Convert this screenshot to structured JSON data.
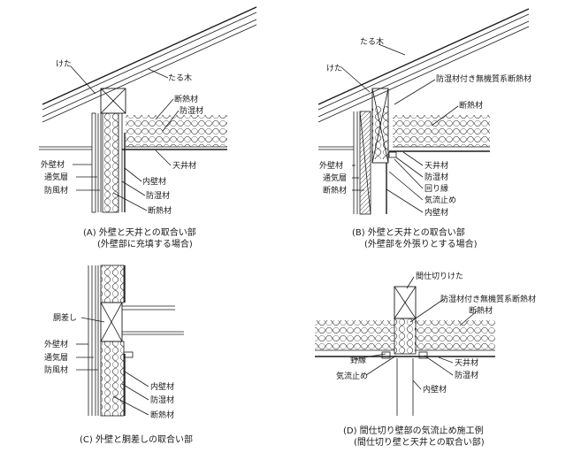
{
  "panel_a": {
    "labels": {
      "keta": "けた",
      "taruki": "たる木",
      "dannetsu_top": "断熱材",
      "boshitsu_top": "防湿材",
      "tenjo": "天井材",
      "gaiheki": "外壁材",
      "tsuki": "通気層",
      "bofu": "防風材",
      "naiheki": "内壁材",
      "boshitsu": "防湿材",
      "dannetsu": "断熱材"
    },
    "caption_1": "(A) 外壁と天井との取合い部",
    "caption_2": "(外壁部に充填する場合)"
  },
  "panel_b": {
    "labels": {
      "taruki": "たる木",
      "keta": "けた",
      "boshitsu_tsuki": "防湿材付き無機質系断熱材",
      "dannetsu_top": "断熱材",
      "gaiheki": "外壁材",
      "tsuki": "通気層",
      "dannetsu_side": "断熱材",
      "tenjo": "天井材",
      "boshitsu": "防湿材",
      "mawaribuchi": "回り縁",
      "kiryudome": "気流止め",
      "naiheki": "内壁材"
    },
    "caption_1": "(B) 外壁と天井との取合い部",
    "caption_2": "(外壁部を外張りとする場合)"
  },
  "panel_c": {
    "labels": {
      "dousashi": "胴差し",
      "gaiheki": "外壁材",
      "tsuki": "通気層",
      "bofu": "防風材",
      "naiheki": "内壁材",
      "boshitsu": "防湿材",
      "dannetsu": "断熱材"
    },
    "caption_1": "(C) 外壁と胴差しの取合い部"
  },
  "panel_d": {
    "labels": {
      "majikiri_keta": "間仕切りけた",
      "boshitsu_tsuki": "防湿材付き無機質系断熱材",
      "dannetsu": "断熱材",
      "nobuchi": "野縁",
      "kiryudome": "気流止め",
      "tenjo": "天井材",
      "boshitsu": "防湿材",
      "naiheki": "内壁材"
    },
    "caption_1": "(D) 間仕切り壁部の気流止め施工例",
    "caption_2": "(間仕切り壁と天井との取合い部)"
  }
}
